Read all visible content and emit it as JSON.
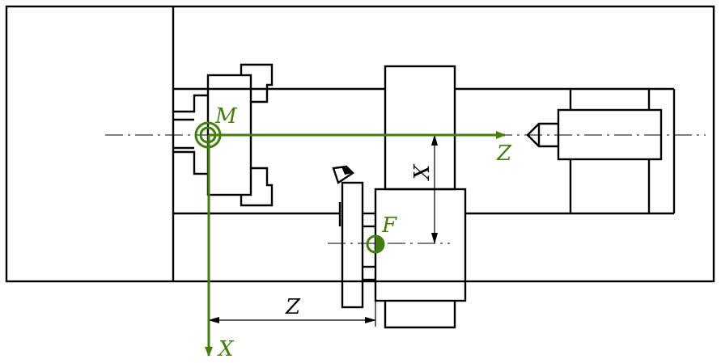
{
  "labels": {
    "machine_origin": "M",
    "tool_reference": "F",
    "axis_z": "Z",
    "axis_x": "X",
    "dimension_z": "Z",
    "dimension_x": "X"
  },
  "colors": {
    "axis": "#3f7f0a",
    "line": "#000000",
    "background": "#ffffff"
  }
}
